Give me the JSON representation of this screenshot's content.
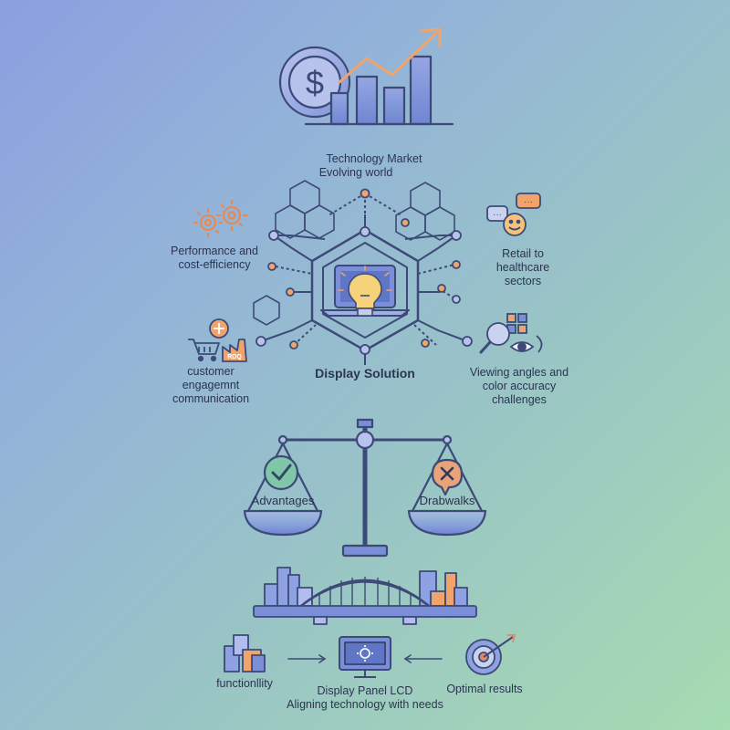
{
  "header": {
    "line1": "Technology Market",
    "line2": "Evolving world"
  },
  "hub": {
    "title": "Display Solution",
    "left_top": "Performance and\ncost-efficiency",
    "right_top": "Retail to\nhealthcare\nsectors",
    "left_bottom": "customer\nengagemnt\ncommunication",
    "right_bottom": "Viewing angles and\ncolor accuracy\nchallenges"
  },
  "balance": {
    "left_pan": "Advantages",
    "right_pan": "Drabwalks"
  },
  "footer": {
    "left": "functionllity",
    "center_line1": "Display Panel LCD",
    "center_line2": "Aligning technology with needs",
    "right": "Optimal results"
  },
  "icons": {
    "dollar_symbol": "$",
    "badge_text": "RDQ",
    "chat_dots": "···"
  },
  "palette": {
    "stroke": "#3d4a78",
    "fill_blue": "#7a8fd8",
    "accent_orange": "#f0a46c",
    "check_green": "#5ab39a",
    "x_orange": "#e58a66"
  }
}
